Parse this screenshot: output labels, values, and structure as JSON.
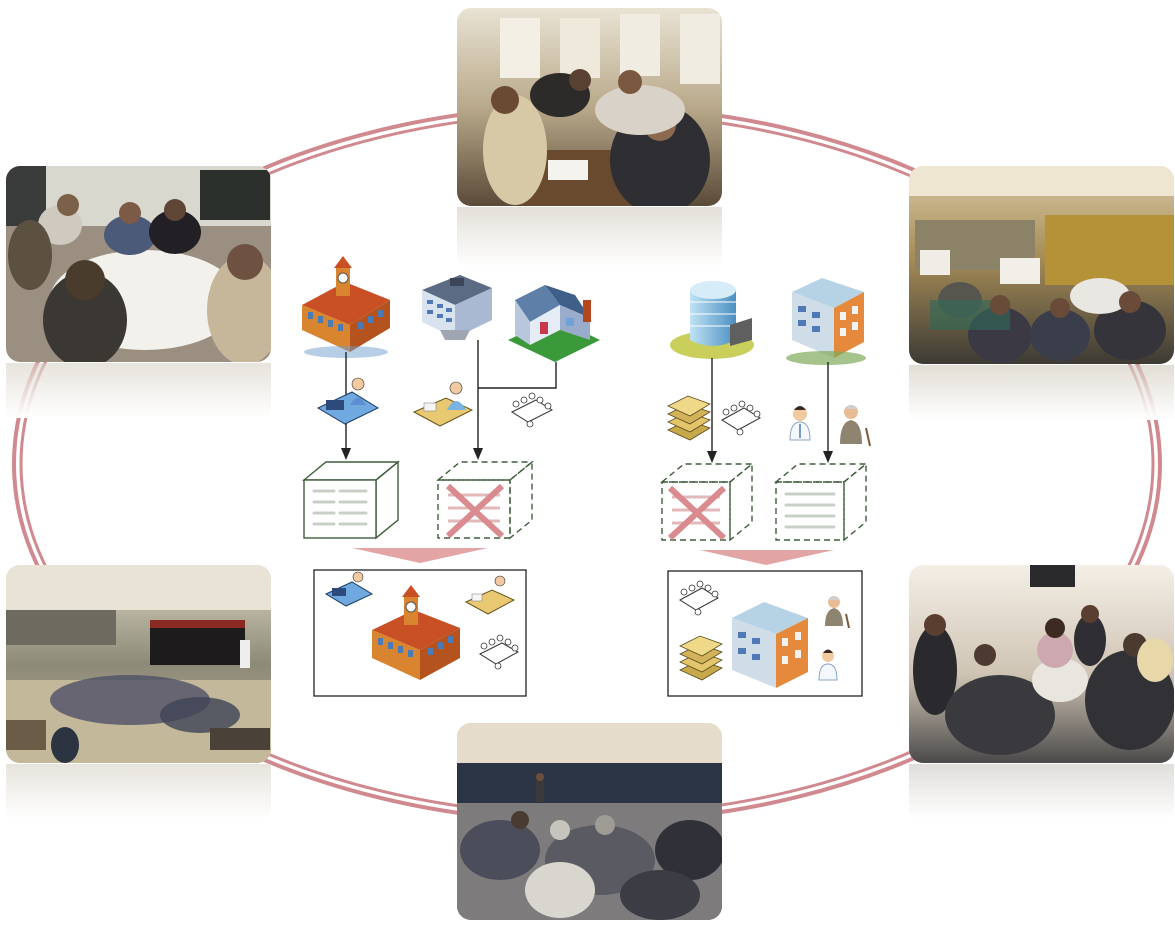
{
  "colors": {
    "ring": "#d08a8f",
    "arrow_pink": "#e3a4a6",
    "box_green": "#3e5e3b",
    "line": "#222222",
    "cross": "#d98b8f"
  },
  "photos": [
    {
      "id": "photo-top",
      "scene": "workshop-handshake"
    },
    {
      "id": "photo-upper-left",
      "scene": "roundtable-discussion"
    },
    {
      "id": "photo-upper-right",
      "scene": "hall-group-tables"
    },
    {
      "id": "photo-lower-left",
      "scene": "gymnasium-meeting"
    },
    {
      "id": "photo-lower-right",
      "scene": "seated-workshop"
    },
    {
      "id": "photo-bottom",
      "scene": "auditorium-lecture"
    }
  ],
  "diagram": {
    "left_group": {
      "buildings": [
        "school-building-icon",
        "office-building-icon",
        "house-icon"
      ],
      "activities": [
        "person-at-computer-icon",
        "person-at-desk-icon",
        "meeting-table-icon"
      ],
      "boxes": [
        "solid-box",
        "dashed-box-crossed"
      ]
    },
    "right_group": {
      "buildings": [
        "tower-building-icon",
        "apartment-building-icon"
      ],
      "activities": [
        "documents-stack-icon",
        "meeting-table-icon",
        "doctor-icon",
        "elderly-person-icon"
      ],
      "boxes": [
        "dashed-box-crossed",
        "dashed-box"
      ]
    }
  }
}
